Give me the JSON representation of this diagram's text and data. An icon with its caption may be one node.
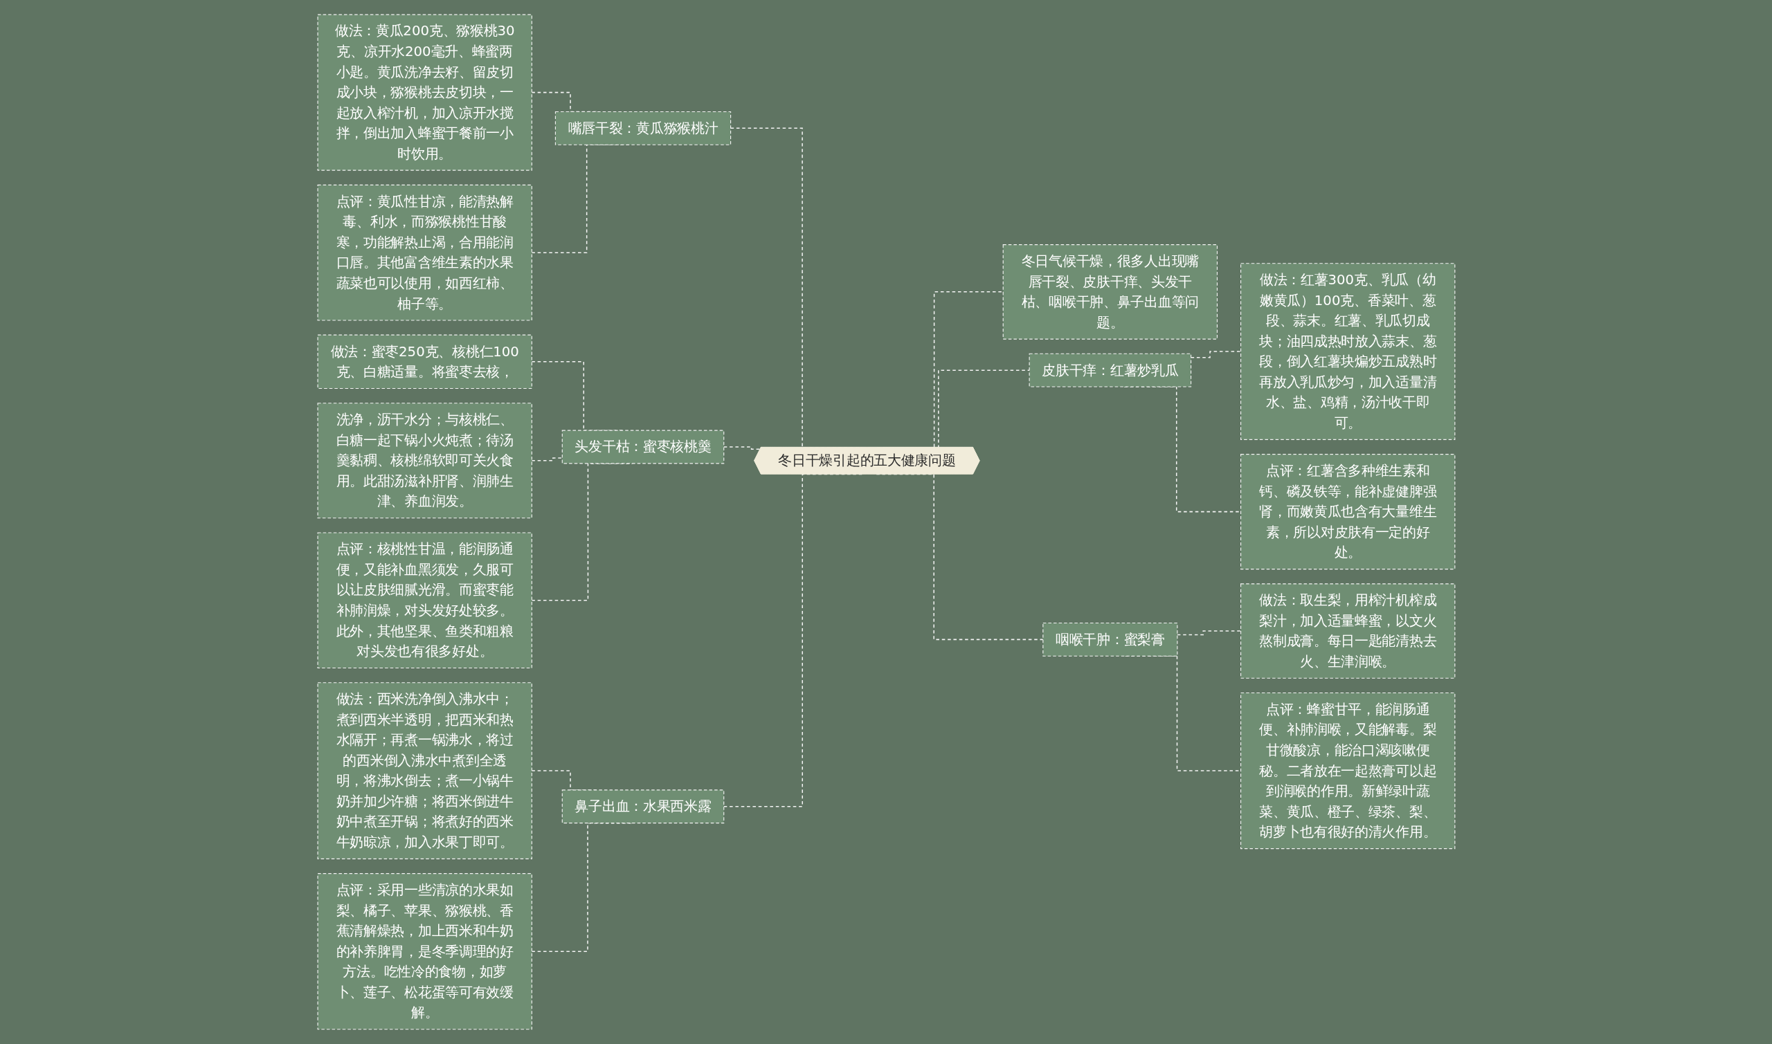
{
  "diagram": {
    "nodes": [
      {
        "text": [
          "冬日干燥引起的五大健康问题"
        ]
      },
      {
        "text": [
          "嘴唇干裂：黄瓜猕猴桃汁"
        ]
      },
      {
        "text": [
          "做法：黄瓜200克、猕猴桃30克、凉开水200毫升、蜂蜜两小匙。黄瓜洗净去籽、留皮切成小块，猕猴桃去皮切块，一起放入榨汁机，加入凉开水搅拌，倒出加入蜂蜜于餐前一小时饮用。"
        ]
      },
      {
        "text": [
          "点评：黄瓜性甘凉，能清热解毒、利水，而猕猴桃性甘酸寒，功能解热止渴，合用能润口唇。其他富含维生素的水果蔬菜也可以使用，如西红柿、柚子等。"
        ]
      },
      {
        "text": [
          "头发干枯：蜜枣核桃羹"
        ]
      },
      {
        "text": [
          "做法：蜜枣250克、核桃仁100克、白糖适量。将蜜枣去核，"
        ]
      },
      {
        "text": [
          "洗净，沥干水分；与核桃仁、白糖一起下锅小火炖煮；待汤羹黏稠、核桃绵软即可关火食用。此甜汤滋补肝肾、润肺生津、养血润发。"
        ]
      },
      {
        "text": [
          "点评：核桃性甘温，能润肠通便，又能补血黑须发，久服可以让皮肤细腻光滑。而蜜枣能补肺润燥，对头发好处较多。此外，其他坚果、鱼类和粗粮对头发也有很多好处。"
        ]
      },
      {
        "text": [
          "鼻子出血：水果西米露"
        ]
      },
      {
        "text": [
          "做法：西米洗净倒入沸水中；煮到西米半透明，把西米和热水隔开；再煮一锅沸水，将过的西米倒入沸水中煮到全透明，将沸水倒去；煮一小锅牛奶并加少许糖；将西米倒进牛奶中煮至开锅；将煮好的西米牛奶晾凉，加入水果丁即可。"
        ]
      },
      {
        "text": [
          "点评：采用一些清凉的水果如梨、橘子、苹果、猕猴桃、香蕉清解燥热，加上西米和牛奶的补养脾胃，是冬季调理的好方法。吃性冷的食物，如萝卜、莲子、松花蛋等可有效缓解。"
        ]
      },
      {
        "text": [
          "冬日气候干燥，很多人出现嘴唇干裂、皮肤干痒、头发干枯、咽喉干肿、鼻子出血等问题。"
        ]
      },
      {
        "text": [
          "皮肤干痒：红薯炒乳瓜"
        ]
      },
      {
        "text": [
          "做法：红薯300克、乳瓜（幼嫩黄瓜）100克、香菜叶、葱段、蒜末。红薯、乳瓜切成块；油四成热时放入蒜末、葱段，倒入红薯块煸炒五成熟时再放入乳瓜炒匀，加入适量清水、盐、鸡精，汤汁收干即可。"
        ]
      },
      {
        "text": [
          "点评：红薯含多种维生素和钙、磷及铁等，能补虚健脾强肾，而嫩黄瓜也含有大量维生素，所以对皮肤有一定的好处。"
        ]
      },
      {
        "text": [
          "咽喉干肿：蜜梨膏"
        ]
      },
      {
        "text": [
          "做法：取生梨，用榨汁机榨成梨汁，加入适量蜂蜜，以文火熬制成膏。每日一匙能清热去火、生津润喉。"
        ]
      },
      {
        "text": [
          "点评：蜂蜜甘平，能润肠通便、补肺润喉，又能解毒。梨甘微酸凉，能治口渴咳嗽便秘。二者放在一起熬膏可以起到润喉的作用。新鲜绿叶蔬菜、黄瓜、橙子、绿茶、梨、胡萝卜也有很好的清火作用。"
        ]
      }
    ],
    "edges": [
      {
        "from": 0,
        "to": 1,
        "arrow": "none",
        "style": "dashed"
      },
      {
        "from": 1,
        "to": 2,
        "arrow": "none",
        "style": "dashed"
      },
      {
        "from": 1,
        "to": 3,
        "arrow": "none",
        "style": "dashed"
      },
      {
        "from": 0,
        "to": 4,
        "arrow": "none",
        "style": "dashed"
      },
      {
        "from": 4,
        "to": 5,
        "arrow": "none",
        "style": "dashed"
      },
      {
        "from": 4,
        "to": 6,
        "arrow": "none",
        "style": "dashed"
      },
      {
        "from": 4,
        "to": 7,
        "arrow": "none",
        "style": "dashed"
      },
      {
        "from": 0,
        "to": 8,
        "arrow": "none",
        "style": "dashed"
      },
      {
        "from": 8,
        "to": 9,
        "arrow": "none",
        "style": "dashed"
      },
      {
        "from": 8,
        "to": 10,
        "arrow": "none",
        "style": "dashed"
      },
      {
        "from": 0,
        "to": 11,
        "arrow": "none",
        "style": "dashed"
      },
      {
        "from": 0,
        "to": 12,
        "arrow": "none",
        "style": "dashed"
      },
      {
        "from": 12,
        "to": 13,
        "arrow": "none",
        "style": "dashed"
      },
      {
        "from": 12,
        "to": 14,
        "arrow": "none",
        "style": "dashed"
      },
      {
        "from": 0,
        "to": 15,
        "arrow": "none",
        "style": "dashed"
      },
      {
        "from": 15,
        "to": 16,
        "arrow": "none",
        "style": "dashed"
      },
      {
        "from": 15,
        "to": 17,
        "arrow": "none",
        "style": "dashed"
      }
    ]
  }
}
